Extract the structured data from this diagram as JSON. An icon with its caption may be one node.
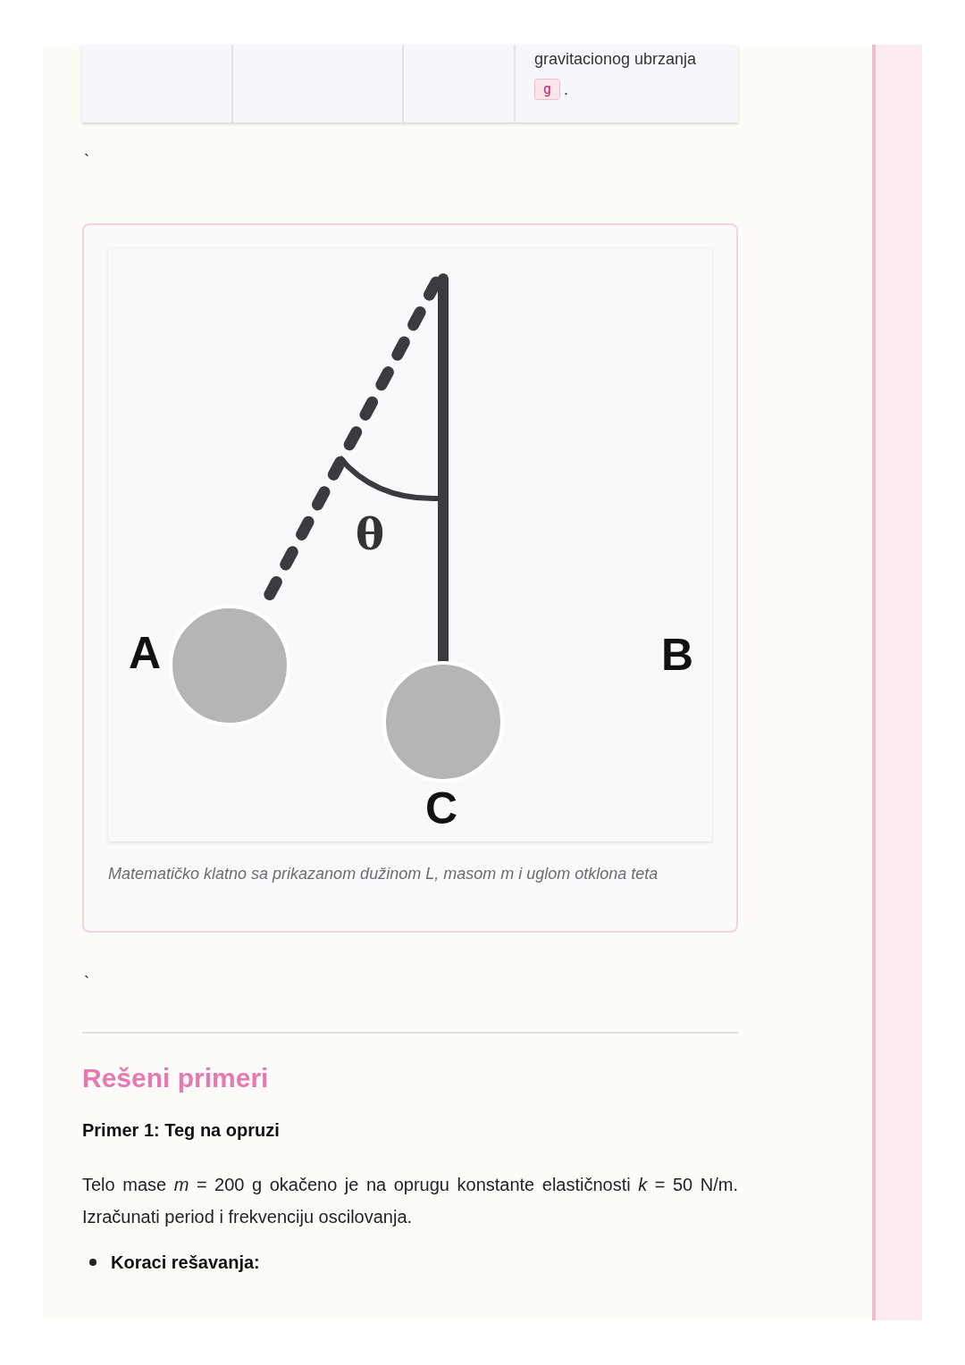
{
  "diagram": {
    "caption": "Matematičko klatno sa prikazanom dužinom L, masom m i uglom otklona teta",
    "labels": [
      "gravitacionog ubrzanja",
      "g",
      ".",
      "`",
      "θ",
      "A",
      "B",
      "C",
      "`",
      "Rešeni primeri",
      "Primer 1: Teg na opruzi",
      "Telo mase *m* = 200 g okačeno je na oprugu konstante elastičnosti *k* = 50 N/m. Izračunati period i frekvenciju oscilovanja.",
      "Koraci rešavanja:"
    ]
  }
}
